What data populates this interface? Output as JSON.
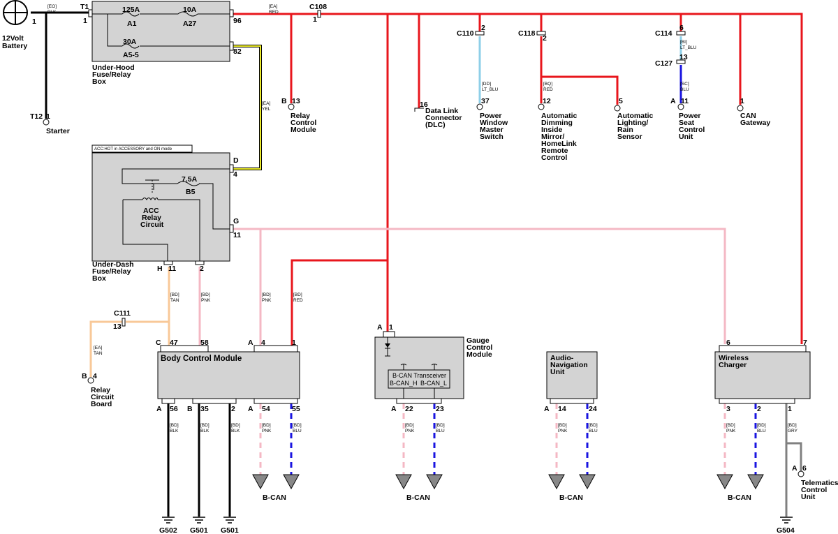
{
  "battery": {
    "label1": "12Volt",
    "label2": "Battery",
    "pin": "1"
  },
  "starter": {
    "conn": "T12",
    "pin": "1",
    "label": "Starter"
  },
  "wire_eo": {
    "code": "[EO]",
    "color": "BLK"
  },
  "underhood": {
    "conn_in": "T1",
    "pin_in": "1",
    "fuse1_rating": "125A",
    "fuse1_name": "A1",
    "fuse2_rating": "10A",
    "fuse2_name": "A27",
    "fuse3_rating": "30A",
    "fuse3_name": "A5-5",
    "pin_out1": "96",
    "pin_out2": "82",
    "label1": "Under-Hood",
    "label2": "Fuse/Relay",
    "label3": "Box"
  },
  "wire_ea_red": {
    "code": "[EA]",
    "color": "RED"
  },
  "wire_ea_yel": {
    "code": "[EA]",
    "color": "YEL"
  },
  "c108": {
    "name": "C108",
    "pin": "1"
  },
  "relay_control": {
    "conn": "B",
    "pin": "13",
    "label1": "Relay",
    "label2": "Control",
    "label3": "Module"
  },
  "dlc": {
    "pin": "16",
    "label1": "Data Link",
    "label2": "Connector",
    "label3": "(DLC)"
  },
  "c110": {
    "name": "C110",
    "pin": "2",
    "wire_code": "[DD]",
    "wire_color": "LT_BLU",
    "term_pin": "37",
    "label1": "Power",
    "label2": "Window",
    "label3": "Master",
    "label4": "Switch"
  },
  "c118": {
    "name": "C118",
    "pin": "2",
    "wire_code": "[BQ]",
    "wire_color": "RED",
    "term_pin": "12",
    "label1": "Automatic",
    "label2": "Dimming",
    "label3": "Inside",
    "label4": "Mirror/",
    "label5": "HomeLink",
    "label6": "Remote",
    "label7": "Control"
  },
  "lighting_sensor": {
    "pin": "5",
    "label1": "Automatic",
    "label2": "Lighting/",
    "label3": "Rain",
    "label4": "Sensor"
  },
  "c114": {
    "name": "C114",
    "pin": "6",
    "wire_code": "[BI]",
    "wire_color": "LT_BLU"
  },
  "c127": {
    "name": "C127",
    "pin": "13",
    "wire_code": "[SC]",
    "wire_color": "BLU",
    "conn": "A",
    "term_pin": "11",
    "label1": "Power",
    "label2": "Seat",
    "label3": "Control",
    "label4": "Unit"
  },
  "can_gateway": {
    "pin": "1",
    "label1": "CAN",
    "label2": "Gateway"
  },
  "underdash": {
    "note": "ACC:HOT in ACCESSORY and ON mode",
    "pin_d": "D",
    "pin_4": "4",
    "pin_g": "G",
    "pin_11": "11",
    "fuse_rating": "7.5A",
    "fuse_name": "B5",
    "relay1": "ACC",
    "relay2": "Relay",
    "relay3": "Circuit",
    "conn_h": "H",
    "pin_h11": "11",
    "pin_h2": "2",
    "label1": "Under-Dash",
    "label2": "Fuse/Relay",
    "label3": "Box"
  },
  "wire_bd": {
    "code": "[BD]",
    "tan": "TAN",
    "pnk": "PNK",
    "red": "RED",
    "blk": "BLK",
    "blu": "BLU",
    "gry": "GRY"
  },
  "c111": {
    "name": "C111",
    "pin": "13"
  },
  "wire_ea_tan": {
    "code": "[EA]",
    "color": "TAN"
  },
  "relay_board": {
    "conn": "B",
    "pin": "4",
    "label1": "Relay",
    "label2": "Circuit",
    "label3": "Board"
  },
  "bcm": {
    "title": "Body Control Module",
    "conn_c": "C",
    "pin_47": "47",
    "pin_58": "58",
    "conn_a": "A",
    "pin_4": "4",
    "pin_1": "1",
    "bot_a": "A",
    "pin_56": "56",
    "bot_b": "B",
    "pin_35": "35",
    "pin_2": "2",
    "pin_54": "54",
    "pin_55": "55",
    "bcan": "B-CAN"
  },
  "gauge": {
    "conn": "A",
    "pin_top": "1",
    "label1": "Gauge",
    "label2": "Control",
    "label3": "Module",
    "trans_title": "B-CAN Transceiver",
    "h": "B-CAN_H",
    "l": "B-CAN_L",
    "bot_a": "A",
    "pin_22": "22",
    "pin_23": "23",
    "bcan": "B-CAN"
  },
  "audio": {
    "label1": "Audio-",
    "label2": "Navigation",
    "label3": "Unit",
    "bot_a": "A",
    "pin_14": "14",
    "pin_24": "24",
    "bcan": "B-CAN"
  },
  "wireless": {
    "label1": "Wireless",
    "label2": "Charger",
    "pin_6": "6",
    "pin_7": "7",
    "pin_3": "3",
    "pin_2": "2",
    "pin_1": "1",
    "bcan": "B-CAN"
  },
  "telematics": {
    "conn": "A",
    "pin": "6",
    "label1": "Telematics",
    "label2": "Control",
    "label3": "Unit"
  },
  "grounds": {
    "g502": "G502",
    "g501a": "G501",
    "g501b": "G501",
    "g504": "G504"
  },
  "colors": {
    "red": "#e8161c",
    "black": "#000000",
    "yellow": "#eeee2a",
    "pink": "#f4b8c4",
    "tan": "#f8c898",
    "lt_blue": "#8ecfe8",
    "blue": "#1a14e0",
    "gray": "#808080",
    "box_gray": "#d3d3d3"
  }
}
